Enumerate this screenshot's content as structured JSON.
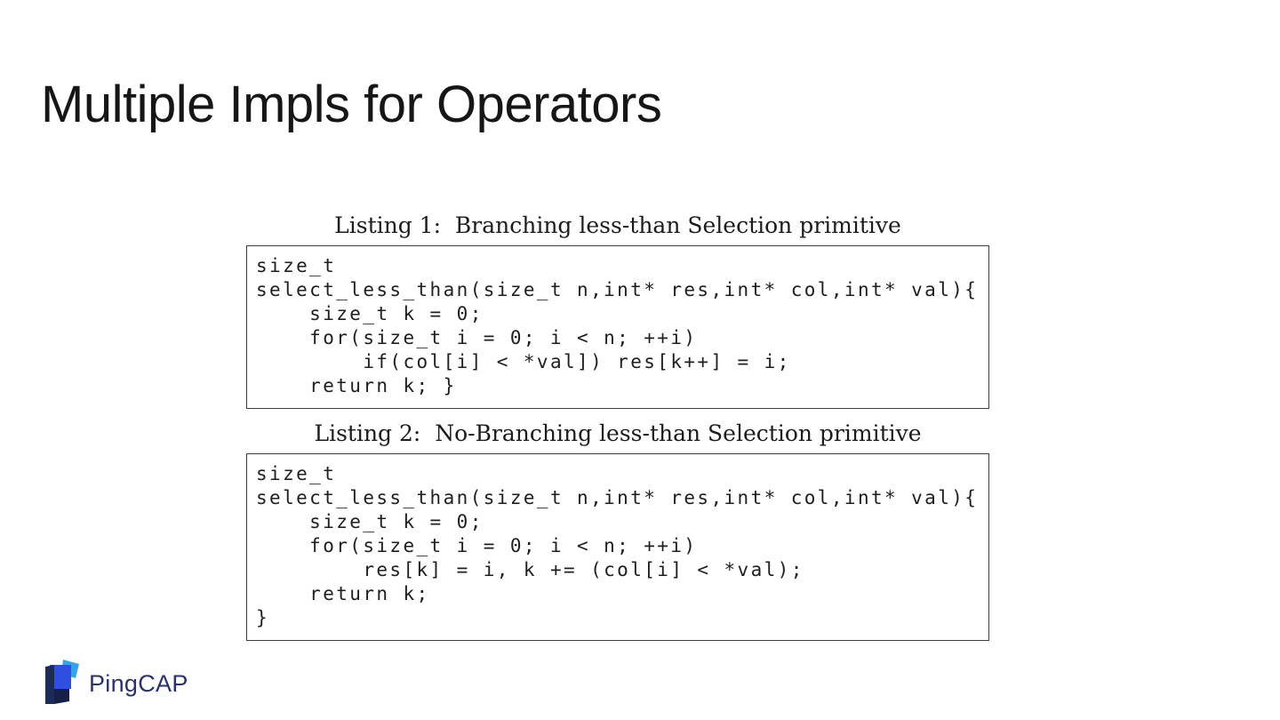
{
  "slide": {
    "title": "Multiple Impls for Operators"
  },
  "listings": [
    {
      "caption": "Listing 1:  Branching less-than Selection primitive",
      "code_lines": [
        "size_t",
        "select_less_than(size_t n,int* res,int* col,int* val){",
        "    size_t k = 0;",
        "    for(size_t i = 0; i < n; ++i)",
        "        if(col[i] < *val]) res[k++] = i;",
        "    return k; }"
      ]
    },
    {
      "caption": "Listing 2:  No-Branching less-than Selection primitive",
      "code_lines": [
        "size_t",
        "select_less_than(size_t n,int* res,int* col,int* val){",
        "    size_t k = 0;",
        "    for(size_t i = 0; i < n; ++i)",
        "        res[k] = i, k += (col[i] < *val);",
        "    return k;",
        "}"
      ]
    }
  ],
  "footer": {
    "logo_text": "PingCAP"
  },
  "colors": {
    "title_text": "#161616",
    "code_text": "#1f1f1f",
    "box_border": "#3d3d3d",
    "logo_navy": "#1e2a5a",
    "logo_navy_dark": "#161f45",
    "logo_blue": "#2e4fe0",
    "logo_sky": "#35a3ea",
    "logo_text_navy": "#2a3268"
  }
}
